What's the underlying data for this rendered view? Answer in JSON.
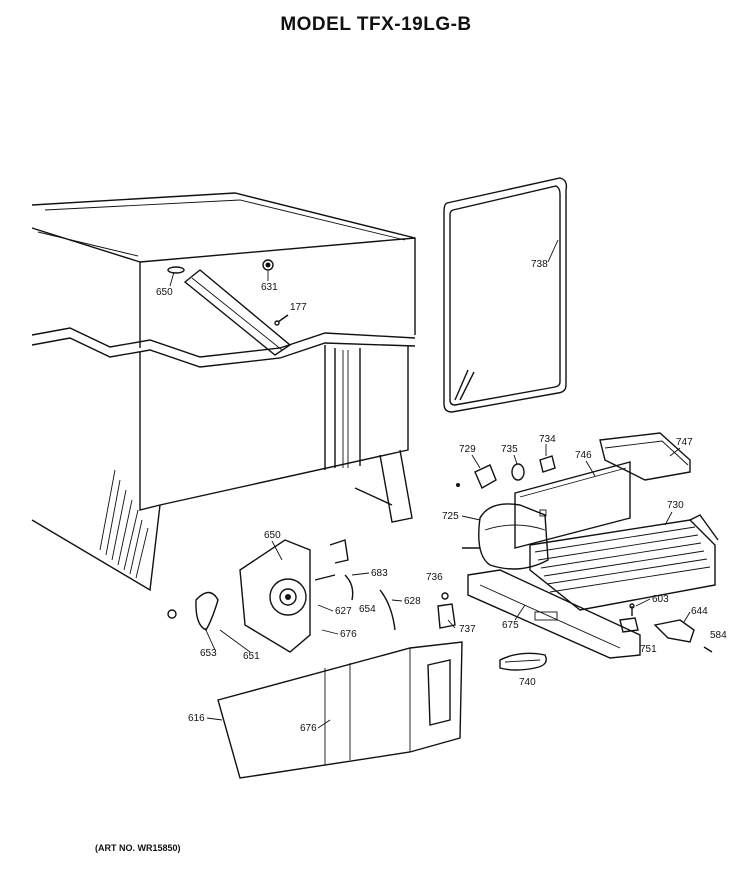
{
  "title": "MODEL TFX-19LG-B",
  "art_number": "(ART NO. WR15850)",
  "part_labels": {
    "p650a": "650",
    "p631": "631",
    "p177": "177",
    "p738": "738",
    "p729": "729",
    "p735": "735",
    "p734": "734",
    "p746": "746",
    "p747": "747",
    "p725": "725",
    "p730": "730",
    "p650b": "650",
    "p683": "683",
    "p628": "628",
    "p627": "627",
    "p654": "654",
    "p676a": "676",
    "p653": "653",
    "p651": "651",
    "p736": "736",
    "p737": "737",
    "p675": "675",
    "p603": "603",
    "p644": "644",
    "p584": "584",
    "p751": "751",
    "p740": "740",
    "p616": "616",
    "p676b": "676"
  }
}
